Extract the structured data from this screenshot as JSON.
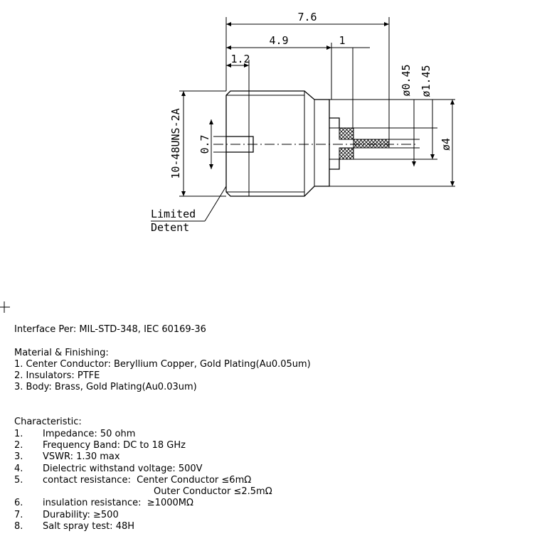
{
  "dimensions": {
    "overall_length": "7.6",
    "body_length": "4.9",
    "flange_length": "1",
    "pin_length": "1.2",
    "pin_diameter": "0.7",
    "thread": "10-48UNS-2A",
    "center_conductor_dia": "ø0.45",
    "insulator_dia": "ø1.45",
    "outer_dia": "ø4"
  },
  "callout": {
    "line1": "Limited",
    "line2": "Detent"
  },
  "interface": "Interface Per: MIL-STD-348, IEC 60169-36",
  "material": {
    "heading": "Material & Finishing:",
    "items": [
      "1. Center Conductor: Beryllium Copper, Gold Plating(Au0.05um)",
      "2. Insulators: PTFE",
      "3. Body: Brass, Gold Plating(Au0.03um)"
    ]
  },
  "characteristic": {
    "heading": "Characteristic:",
    "items": [
      {
        "num": "1.",
        "text": "Impedance: 50 ohm"
      },
      {
        "num": "2.",
        "text": "Frequency Band: DC to 18 GHz"
      },
      {
        "num": "3.",
        "text": "VSWR: 1.30 max"
      },
      {
        "num": "4.",
        "text": "Dielectric withstand voltage: 500V"
      },
      {
        "num": "5.",
        "text": "contact resistance:  Center Conductor ≤6mΩ"
      },
      {
        "num": "",
        "text": "Outer Conductor ≤2.5mΩ"
      },
      {
        "num": "6.",
        "text": "insulation resistance:  ≥1000MΩ"
      },
      {
        "num": "7.",
        "text": "Durability: ≥500"
      },
      {
        "num": "8.",
        "text": "Salt spray test: 48H"
      }
    ]
  }
}
